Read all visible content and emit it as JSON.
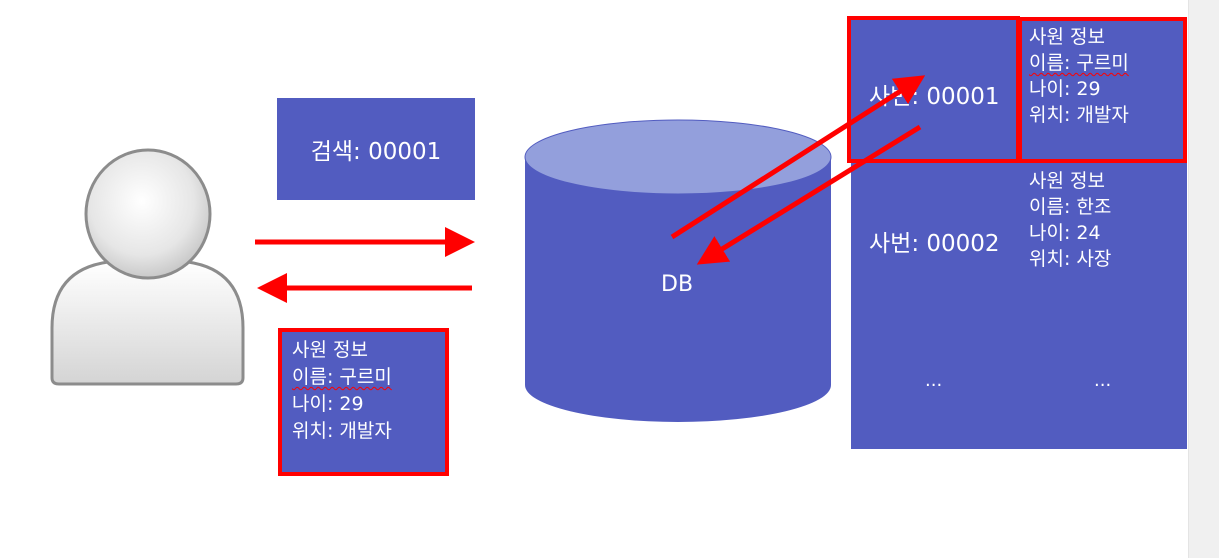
{
  "search": {
    "label": "검색: 00001"
  },
  "result_card": {
    "title": "사원 정보",
    "name": "이름: 구르미",
    "age": "나이: 29",
    "position": "위치: 개발자"
  },
  "database": {
    "label": "DB"
  },
  "records": [
    {
      "emp_no": "사번: 00001",
      "title": "사원 정보",
      "name": "이름: 구르미",
      "age": "나이: 29",
      "position": "위치: 개발자"
    },
    {
      "emp_no": "사번: 00002",
      "title": "사원 정보",
      "name": "이름: 한조",
      "age": "나이: 24",
      "position": "위치: 사장"
    }
  ],
  "ellipsis": {
    "left": "...",
    "right": "..."
  },
  "colors": {
    "box": "#525cc0",
    "db_top": "#939fdc",
    "arrow": "#ff0000",
    "highlight": "#ff0000"
  }
}
